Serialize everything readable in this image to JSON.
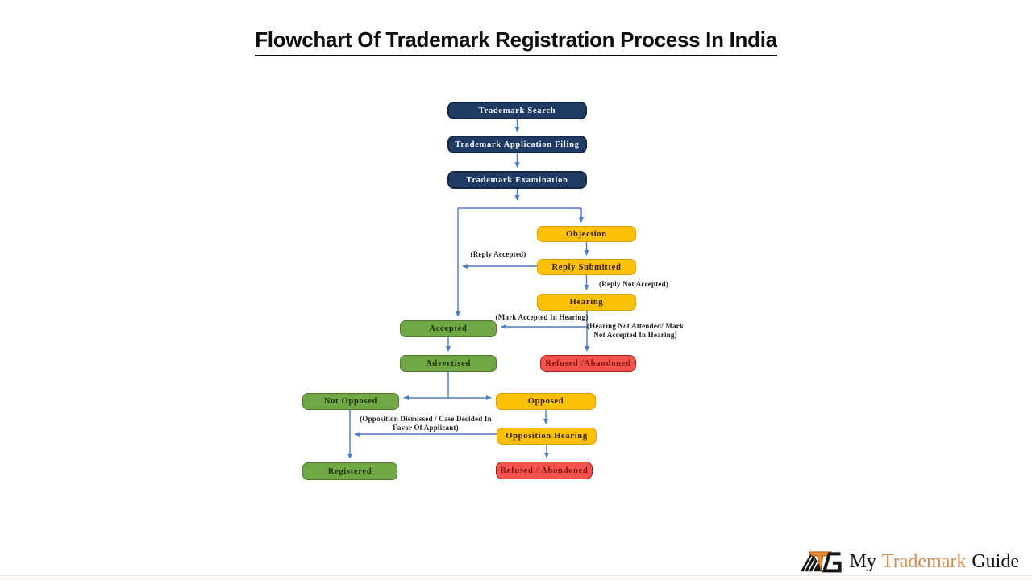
{
  "title": "Flowchart Of Trademark Registration Process In India",
  "nodes": [
    {
      "id": "trademark-search",
      "label": "Trademark Search",
      "type": "navy"
    },
    {
      "id": "trademark-application-filing",
      "label": "Trademark Application Filing",
      "type": "navy"
    },
    {
      "id": "trademark-examination",
      "label": "Trademark Examination",
      "type": "navy"
    },
    {
      "id": "objection",
      "label": "Objection",
      "type": "yellow"
    },
    {
      "id": "reply-submitted",
      "label": "Reply Submitted",
      "type": "yellow"
    },
    {
      "id": "hearing",
      "label": "Hearing",
      "type": "yellow"
    },
    {
      "id": "accepted",
      "label": "Accepted",
      "type": "green"
    },
    {
      "id": "refused-abandoned-after-hearing",
      "label": "Refused /Abandoned",
      "type": "red"
    },
    {
      "id": "advertised",
      "label": "Advertised",
      "type": "green"
    },
    {
      "id": "not-opposed",
      "label": "Not Opposed",
      "type": "green"
    },
    {
      "id": "opposed",
      "label": "Opposed",
      "type": "yellow"
    },
    {
      "id": "opposition-hearing",
      "label": "Opposition Hearing",
      "type": "yellow"
    },
    {
      "id": "registered",
      "label": "Registered",
      "type": "green"
    },
    {
      "id": "refused-abandoned-after-opposition",
      "label": "Refused / Abandoned",
      "type": "red"
    }
  ],
  "edge_labels": {
    "reply_accepted": "(Reply Accepted)",
    "reply_not_accepted": "(Reply Not Accepted)",
    "mark_accepted_in_hearing": "(Mark Accepted In Hearing)",
    "hearing_not_attended": "(Hearing Not Attended/ Mark Not Accepted In Hearing)",
    "opposition_dismissed": "(Opposition Dismissed / Case Decided In Favor Of Applicant)"
  },
  "logo": {
    "icon": "mtg-monogram-icon",
    "word1": "My",
    "word2": "Trademark",
    "word3": "Guide"
  },
  "colors": {
    "navy_fill": "#1f3a63",
    "yellow_fill": "#ffc008",
    "green_fill": "#6fa845",
    "red_fill": "#f4534e",
    "arrow": "#4d7cc0",
    "logo_accent": "#d08d4e",
    "title_text": "#0d0d0d"
  }
}
